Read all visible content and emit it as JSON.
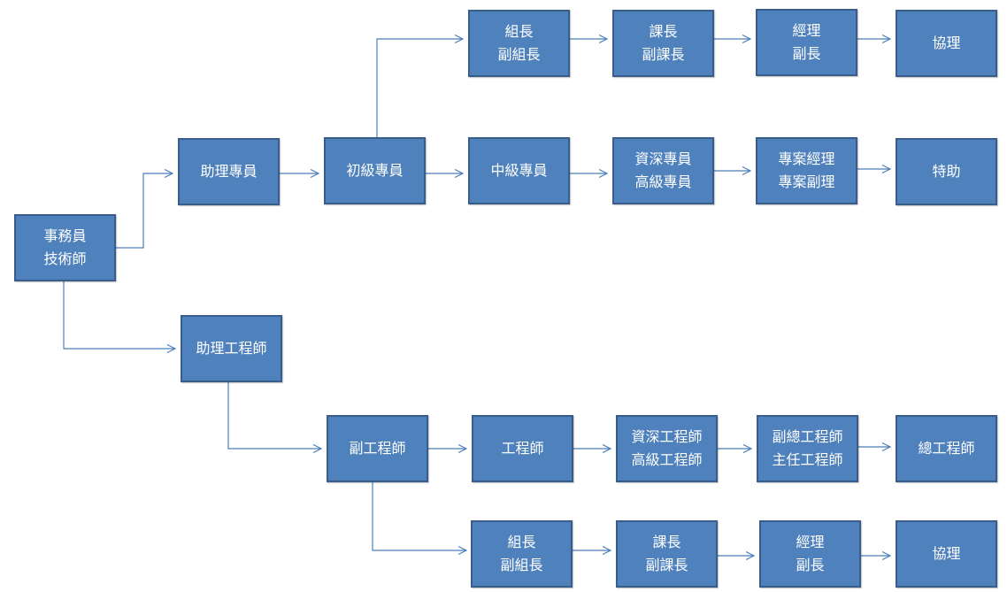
{
  "colors": {
    "box_fill": "#4f81bd",
    "box_border": "#385d8a",
    "text": "#ffffff",
    "connector": "#4a7ebb"
  },
  "nodes": {
    "start": [
      "事務員",
      "技術師"
    ],
    "assistant_specialist": [
      "助理專員"
    ],
    "junior_specialist": [
      "初級專員"
    ],
    "team_leader_top": [
      "組長",
      "副組長"
    ],
    "section_chief_top": [
      "課長",
      "副課長"
    ],
    "manager_top": [
      "經理",
      "副長"
    ],
    "associate_manager_top": [
      "協理"
    ],
    "mid_specialist": [
      "中級專員"
    ],
    "senior_specialist": [
      "資深專員",
      "高級專員"
    ],
    "project_manager": [
      "專案經理",
      "專案副理"
    ],
    "special_assistant": [
      "特助"
    ],
    "assistant_engineer": [
      "助理工程師"
    ],
    "associate_engineer": [
      "副工程師"
    ],
    "engineer": [
      "工程師"
    ],
    "senior_engineer": [
      "資深工程師",
      "高級工程師"
    ],
    "deputy_chief_engineer": [
      "副總工程師",
      "主任工程師"
    ],
    "chief_engineer": [
      "總工程師"
    ],
    "team_leader_bottom": [
      "組長",
      "副組長"
    ],
    "section_chief_bottom": [
      "課長",
      "副課長"
    ],
    "manager_bottom": [
      "經理",
      "副長"
    ],
    "associate_manager_bottom": [
      "協理"
    ]
  }
}
